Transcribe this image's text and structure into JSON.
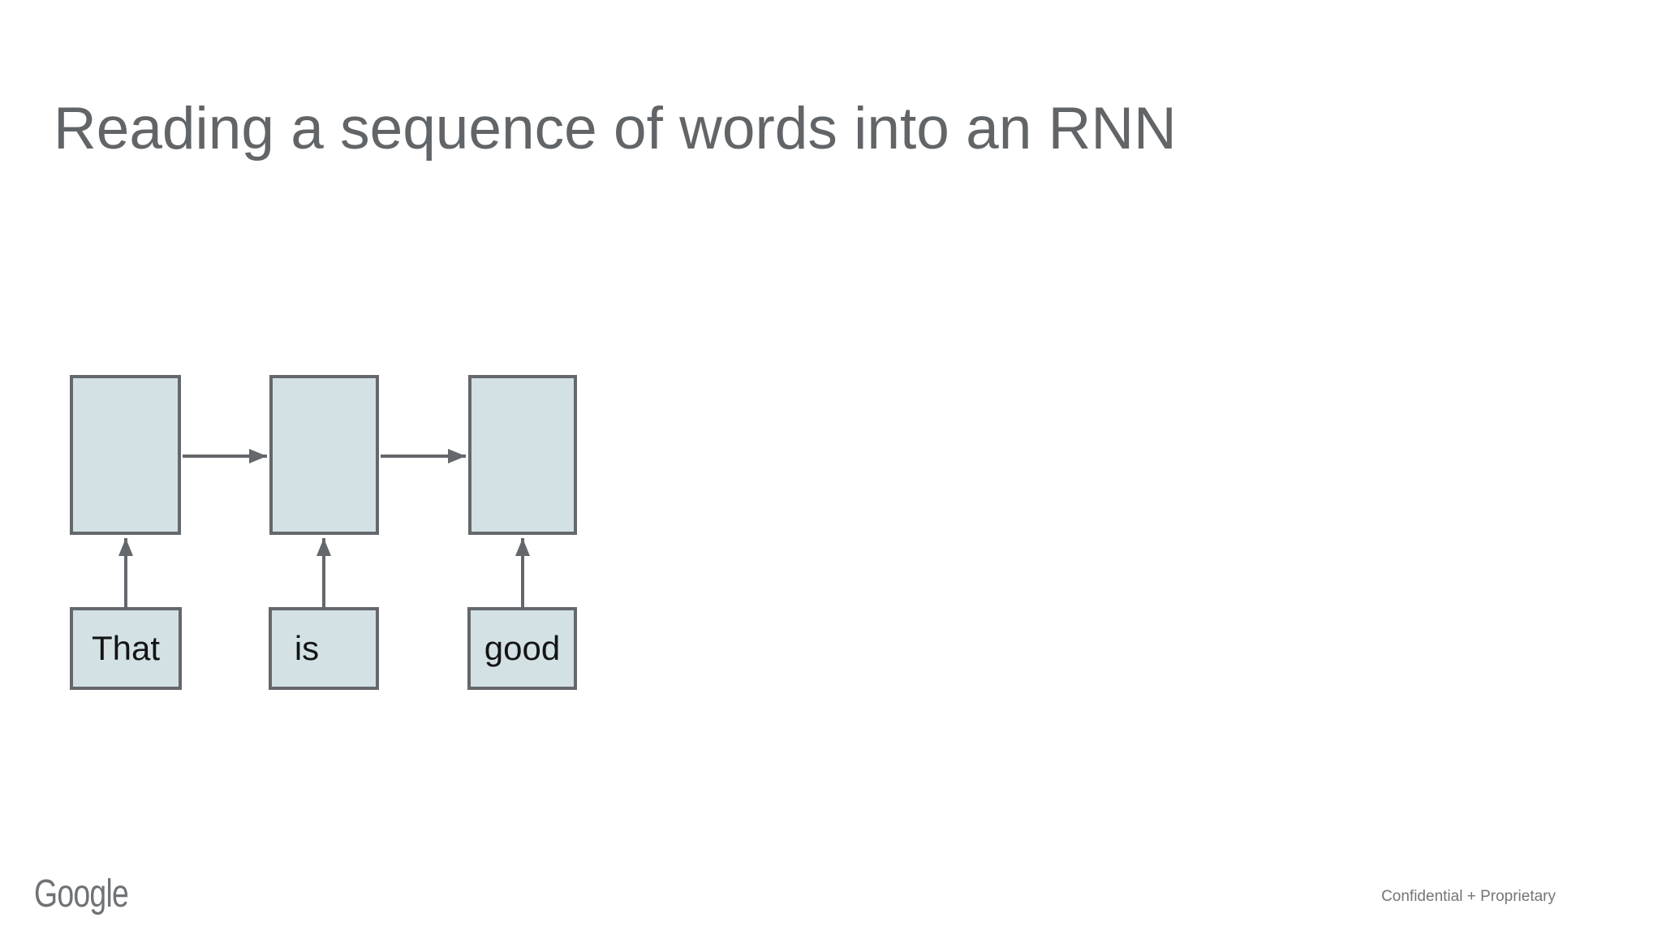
{
  "slide": {
    "title": "Reading a sequence of words into an RNN",
    "diagram": {
      "rnn_cells": [
        {
          "id": "rnn-cell-1"
        },
        {
          "id": "rnn-cell-2"
        },
        {
          "id": "rnn-cell-3"
        }
      ],
      "words": [
        {
          "label": "That"
        },
        {
          "label": "is"
        },
        {
          "label": "good"
        }
      ],
      "state_arrows": [
        {
          "from": "rnn-cell-1",
          "to": "rnn-cell-2",
          "direction": "right"
        },
        {
          "from": "rnn-cell-2",
          "to": "rnn-cell-3",
          "direction": "right"
        }
      ],
      "input_arrows": [
        {
          "from": "word-That",
          "to": "rnn-cell-1",
          "direction": "up"
        },
        {
          "from": "word-is",
          "to": "rnn-cell-2",
          "direction": "up"
        },
        {
          "from": "word-good",
          "to": "rnn-cell-3",
          "direction": "up"
        }
      ]
    },
    "footer": {
      "logo_text": "Google",
      "confidential_label": "Confidential + Proprietary"
    },
    "colors": {
      "background": "#ffffff",
      "title_text": "#626568",
      "box_fill": "#d3e1e4",
      "box_border": "#64686c",
      "arrow": "#64686c",
      "word_text": "#141414",
      "footer_text": "#757575",
      "logo_text": "#6f7276"
    }
  }
}
